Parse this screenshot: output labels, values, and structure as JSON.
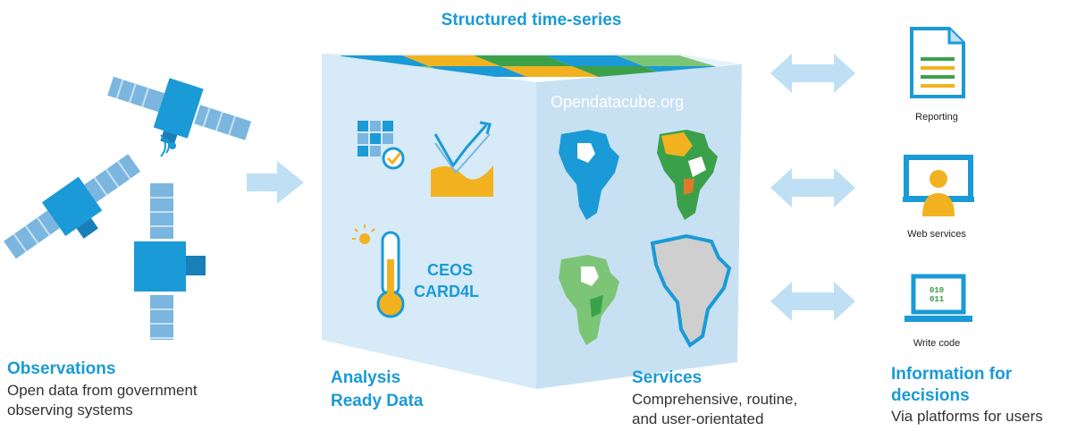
{
  "header": {
    "title": "Structured time-series"
  },
  "cube": {
    "site": "Opendatacube.org",
    "ceos_line1": "CEOS",
    "ceos_line2": "CARD4L"
  },
  "outputs": [
    {
      "label": "Reporting"
    },
    {
      "label": "Web services"
    },
    {
      "label": "Write code"
    }
  ],
  "captions": {
    "observations": {
      "title": "Observations",
      "line1": "Open data from government",
      "line2": "observing systems"
    },
    "ard": {
      "line1": "Analysis",
      "line2": "Ready Data"
    },
    "services": {
      "title": "Services",
      "line1": "Comprehensive, routine,",
      "line2": "and user-orientated"
    },
    "info": {
      "line1": "Information for",
      "line2": "decisions",
      "sub": "Via platforms for users"
    }
  },
  "colors": {
    "brand_blue": "#1a9ad6",
    "light_blue": "#bfe0f4",
    "face_left": "#d6eaf7",
    "face_right": "#c7e1f3",
    "yellow": "#f2b21f",
    "green": "#3aa14a",
    "grey_map": "#cfcfcf"
  }
}
